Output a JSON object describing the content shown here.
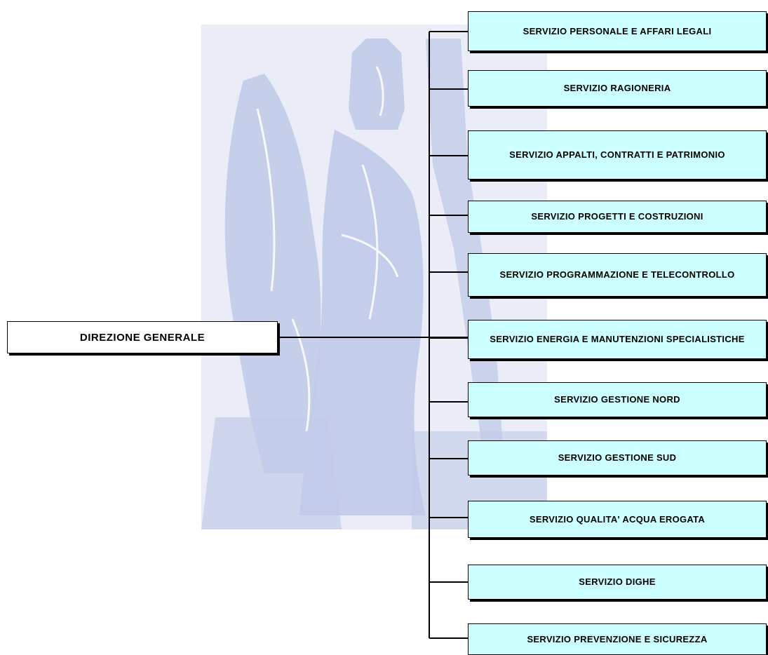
{
  "colors": {
    "service_fill": "#ccffff",
    "root_fill": "#ffffff",
    "connector": "#000000",
    "watermark": "#c2cbe8"
  },
  "watermark_icon": "woman-with-amphora-illustration",
  "root": {
    "label": "DIREZIONE GENERALE"
  },
  "services": [
    {
      "label": "SERVIZIO PERSONALE E AFFARI LEGALI"
    },
    {
      "label": "SERVIZIO RAGIONERIA"
    },
    {
      "label": "SERVIZIO APPALTI, CONTRATTI E PATRIMONIO"
    },
    {
      "label": "SERVIZIO PROGETTI E COSTRUZIONI"
    },
    {
      "label": "SERVIZIO PROGRAMMAZIONE E TELECONTROLLO"
    },
    {
      "label": "SERVIZIO ENERGIA E MANUTENZIONI SPECIALISTICHE"
    },
    {
      "label": "SERVIZIO GESTIONE NORD"
    },
    {
      "label": "SERVIZIO GESTIONE SUD"
    },
    {
      "label": "SERVIZIO QUALITA' ACQUA EROGATA"
    },
    {
      "label": "SERVIZIO DIGHE"
    },
    {
      "label": "SERVIZIO PREVENZIONE E SICUREZZA"
    }
  ]
}
